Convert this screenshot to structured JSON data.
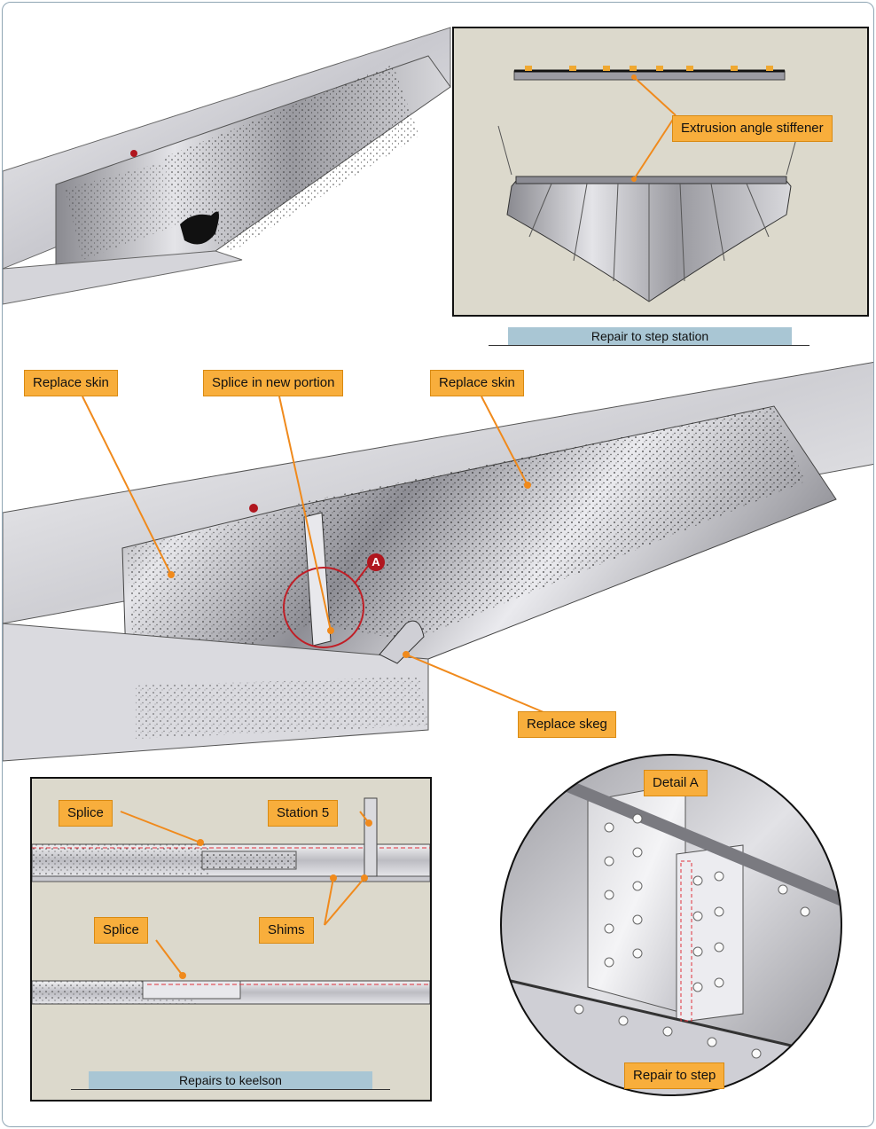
{
  "top_right_inset": {
    "label_extrusion": "Extrusion angle stiffener",
    "caption": "Repair to step station"
  },
  "main_view": {
    "label_replace_skin_left": "Replace skin",
    "label_splice_new_portion": "Splice in new portion",
    "label_replace_skin_right": "Replace skin",
    "label_replace_skeg": "Replace skeg",
    "marker_a": "A"
  },
  "keelson_inset": {
    "label_splice_top": "Splice",
    "label_station5": "Station 5",
    "label_splice_bottom": "Splice",
    "label_shims": "Shims",
    "caption": "Repairs to keelson"
  },
  "detail_circle": {
    "label_detail": "Detail A",
    "label_repair_step": "Repair to step"
  },
  "colors": {
    "callout_fill": "#f8ae3c",
    "callout_border": "#d98a12",
    "caption_bar": "#a9c6d4",
    "marker_red": "#b0161e",
    "inset_bg": "#dcd9cc"
  }
}
